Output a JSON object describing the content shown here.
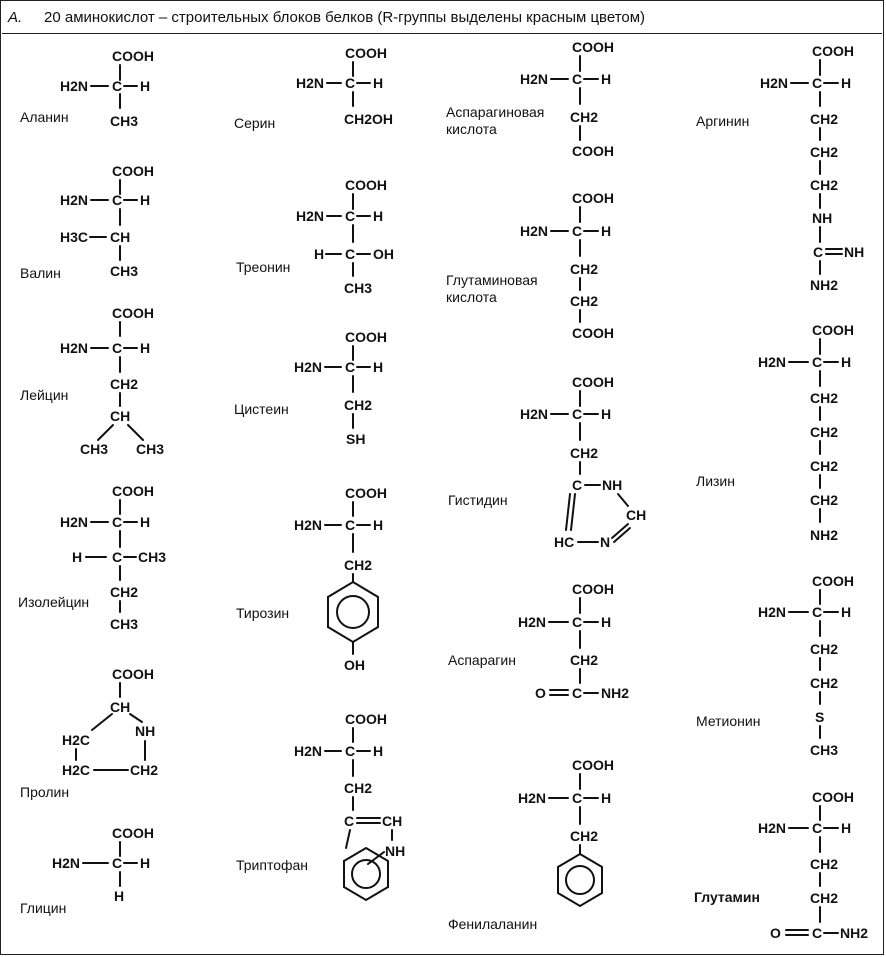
{
  "header": {
    "panel_letter": "A.",
    "title": "20 аминокислот – строительных блоков белков (R-группы выделены красным цветом)"
  },
  "amino_acids": [
    {
      "name": "Аланин"
    },
    {
      "name": "Валин"
    },
    {
      "name": "Лейцин"
    },
    {
      "name": "Изолейцин"
    },
    {
      "name": "Пролин"
    },
    {
      "name": "Глицин"
    },
    {
      "name": "Серин"
    },
    {
      "name": "Треонин"
    },
    {
      "name": "Цистеин"
    },
    {
      "name": "Тирозин"
    },
    {
      "name": "Триптофан"
    },
    {
      "name": "Аспарагиновая кислота"
    },
    {
      "name": "Глутаминовая кислота"
    },
    {
      "name": "Гистидин"
    },
    {
      "name": "Аспарагин"
    },
    {
      "name": "Фенилаланин"
    },
    {
      "name": "Аргинин"
    },
    {
      "name": "Лизин"
    },
    {
      "name": "Метионин"
    },
    {
      "name": "Глутамин"
    }
  ],
  "structures": {
    "alanine": {
      "top": "COOH",
      "amine": "H2N",
      "alpha": "C",
      "h": "H",
      "side": [
        "CH3"
      ]
    },
    "valine": {
      "top": "COOH",
      "amine": "H2N",
      "alpha": "C",
      "h": "H",
      "side": [
        "H3C",
        "CH",
        "CH3"
      ]
    },
    "leucine": {
      "top": "COOH",
      "amine": "H2N",
      "alpha": "C",
      "h": "H",
      "side": [
        "CH2",
        "CH",
        "CH3",
        "CH3"
      ]
    },
    "isoleucine": {
      "top": "COOH",
      "amine": "H2N",
      "alpha": "C",
      "h": "H",
      "side": [
        "H",
        "C",
        "CH3",
        "CH2",
        "CH3"
      ]
    },
    "proline": {
      "top": "COOH",
      "side": [
        "CH",
        "NH",
        "H2C",
        "H2C",
        "CH2"
      ]
    },
    "glycine": {
      "top": "COOH",
      "amine": "H2N",
      "alpha": "C",
      "h": "H",
      "side": [
        "H"
      ]
    },
    "serine": {
      "top": "COOH",
      "amine": "H2N",
      "alpha": "C",
      "h": "H",
      "side": [
        "CH2OH"
      ]
    },
    "threonine": {
      "top": "COOH",
      "amine": "H2N",
      "alpha": "C",
      "h": "H",
      "side": [
        "H",
        "C",
        "OH",
        "CH3"
      ]
    },
    "cysteine": {
      "top": "COOH",
      "amine": "H2N",
      "alpha": "C",
      "h": "H",
      "side": [
        "CH2",
        "SH"
      ]
    },
    "tyrosine": {
      "top": "COOH",
      "amine": "H2N",
      "alpha": "C",
      "h": "H",
      "side": [
        "CH2",
        "OH"
      ]
    },
    "tryptophan": {
      "top": "COOH",
      "amine": "H2N",
      "alpha": "C",
      "h": "H",
      "side": [
        "CH2",
        "C",
        "CH",
        "NH"
      ]
    },
    "aspartic": {
      "top": "COOH",
      "amine": "H2N",
      "alpha": "C",
      "h": "H",
      "side": [
        "CH2",
        "COOH"
      ]
    },
    "glutamic": {
      "top": "COOH",
      "amine": "H2N",
      "alpha": "C",
      "h": "H",
      "side": [
        "CH2",
        "CH2",
        "COOH"
      ]
    },
    "histidine": {
      "top": "COOH",
      "amine": "H2N",
      "alpha": "C",
      "h": "H",
      "side": [
        "CH2",
        "C",
        "NH",
        "CH",
        "HC",
        "N"
      ]
    },
    "asparagine": {
      "top": "COOH",
      "amine": "H2N",
      "alpha": "C",
      "h": "H",
      "side": [
        "CH2",
        "O",
        "C",
        "NH2"
      ]
    },
    "phenylalanine": {
      "top": "COOH",
      "amine": "H2N",
      "alpha": "C",
      "h": "H",
      "side": [
        "CH2"
      ]
    },
    "arginine": {
      "top": "COOH",
      "amine": "H2N",
      "alpha": "C",
      "h": "H",
      "side": [
        "CH2",
        "CH2",
        "CH2",
        "NH",
        "C",
        "NH",
        "NH2"
      ]
    },
    "lysine": {
      "top": "COOH",
      "amine": "H2N",
      "alpha": "C",
      "h": "H",
      "side": [
        "CH2",
        "CH2",
        "CH2",
        "CH2",
        "NH2"
      ]
    },
    "methionine": {
      "top": "COOH",
      "amine": "H2N",
      "alpha": "C",
      "h": "H",
      "side": [
        "CH2",
        "CH2",
        "S",
        "CH3"
      ]
    },
    "glutamine": {
      "top": "COOH",
      "amine": "H2N",
      "alpha": "C",
      "h": "H",
      "side": [
        "CH2",
        "CH2",
        "O",
        "C",
        "NH2"
      ]
    }
  }
}
